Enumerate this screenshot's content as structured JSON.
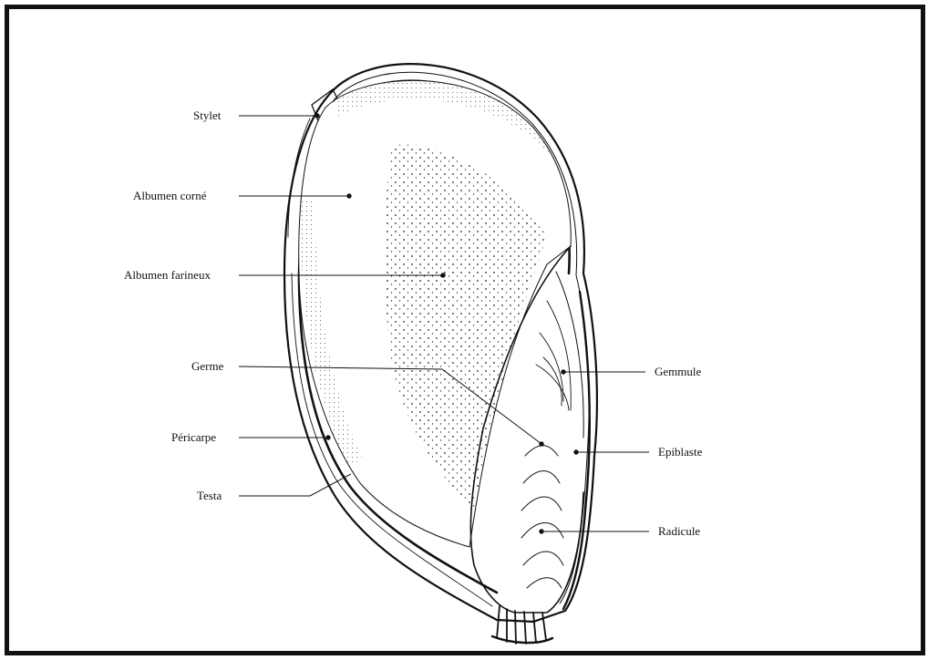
{
  "labels": {
    "stylet": "Stylet",
    "albumen_corne": "Albumen corné",
    "albumen_farineux": "Albumen farineux",
    "germe": "Germe",
    "pericarpe": "Péricarpe",
    "testa": "Testa",
    "gemmule": "Gemmule",
    "epiblaste": "Epiblaste",
    "radicule": "Radicule"
  },
  "colors": {
    "ink": "#111111",
    "background": "#ffffff"
  }
}
